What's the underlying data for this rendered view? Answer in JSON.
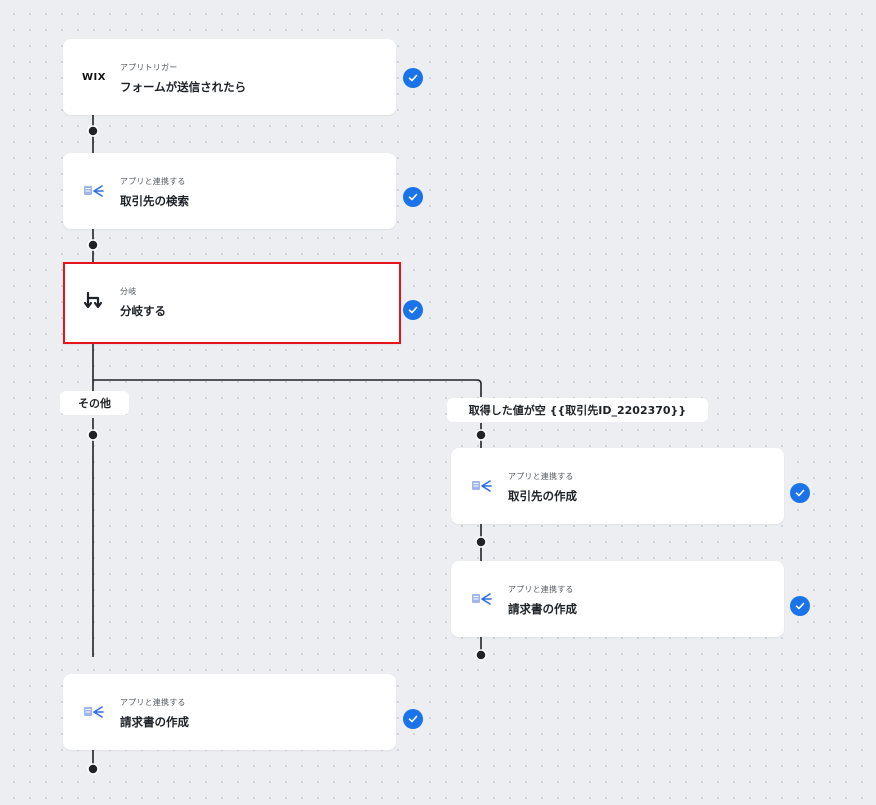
{
  "nodes": {
    "trigger": {
      "subtitle": "アプリトリガー",
      "title": "フォームが送信されたら",
      "icon": "wix-logo",
      "icon_text": "WIX"
    },
    "search": {
      "subtitle": "アプリと連携する",
      "title": "取引先の検索",
      "icon": "app-integration-icon"
    },
    "branch": {
      "subtitle": "分岐",
      "title": "分岐する",
      "icon": "branch-icon"
    },
    "create_client": {
      "subtitle": "アプリと連携する",
      "title": "取引先の作成",
      "icon": "app-integration-icon"
    },
    "create_invoice_right": {
      "subtitle": "アプリと連携する",
      "title": "請求書の作成",
      "icon": "app-integration-icon"
    },
    "create_invoice_left": {
      "subtitle": "アプリと連携する",
      "title": "請求書の作成",
      "icon": "app-integration-icon"
    }
  },
  "branches": {
    "other": "その他",
    "condition": "取得した値が空 {{取引先ID_2202370}}"
  },
  "status": {
    "completed_icon": "check-circle-icon",
    "accent": "#1a73e8",
    "selected_border": "#e5141c"
  }
}
